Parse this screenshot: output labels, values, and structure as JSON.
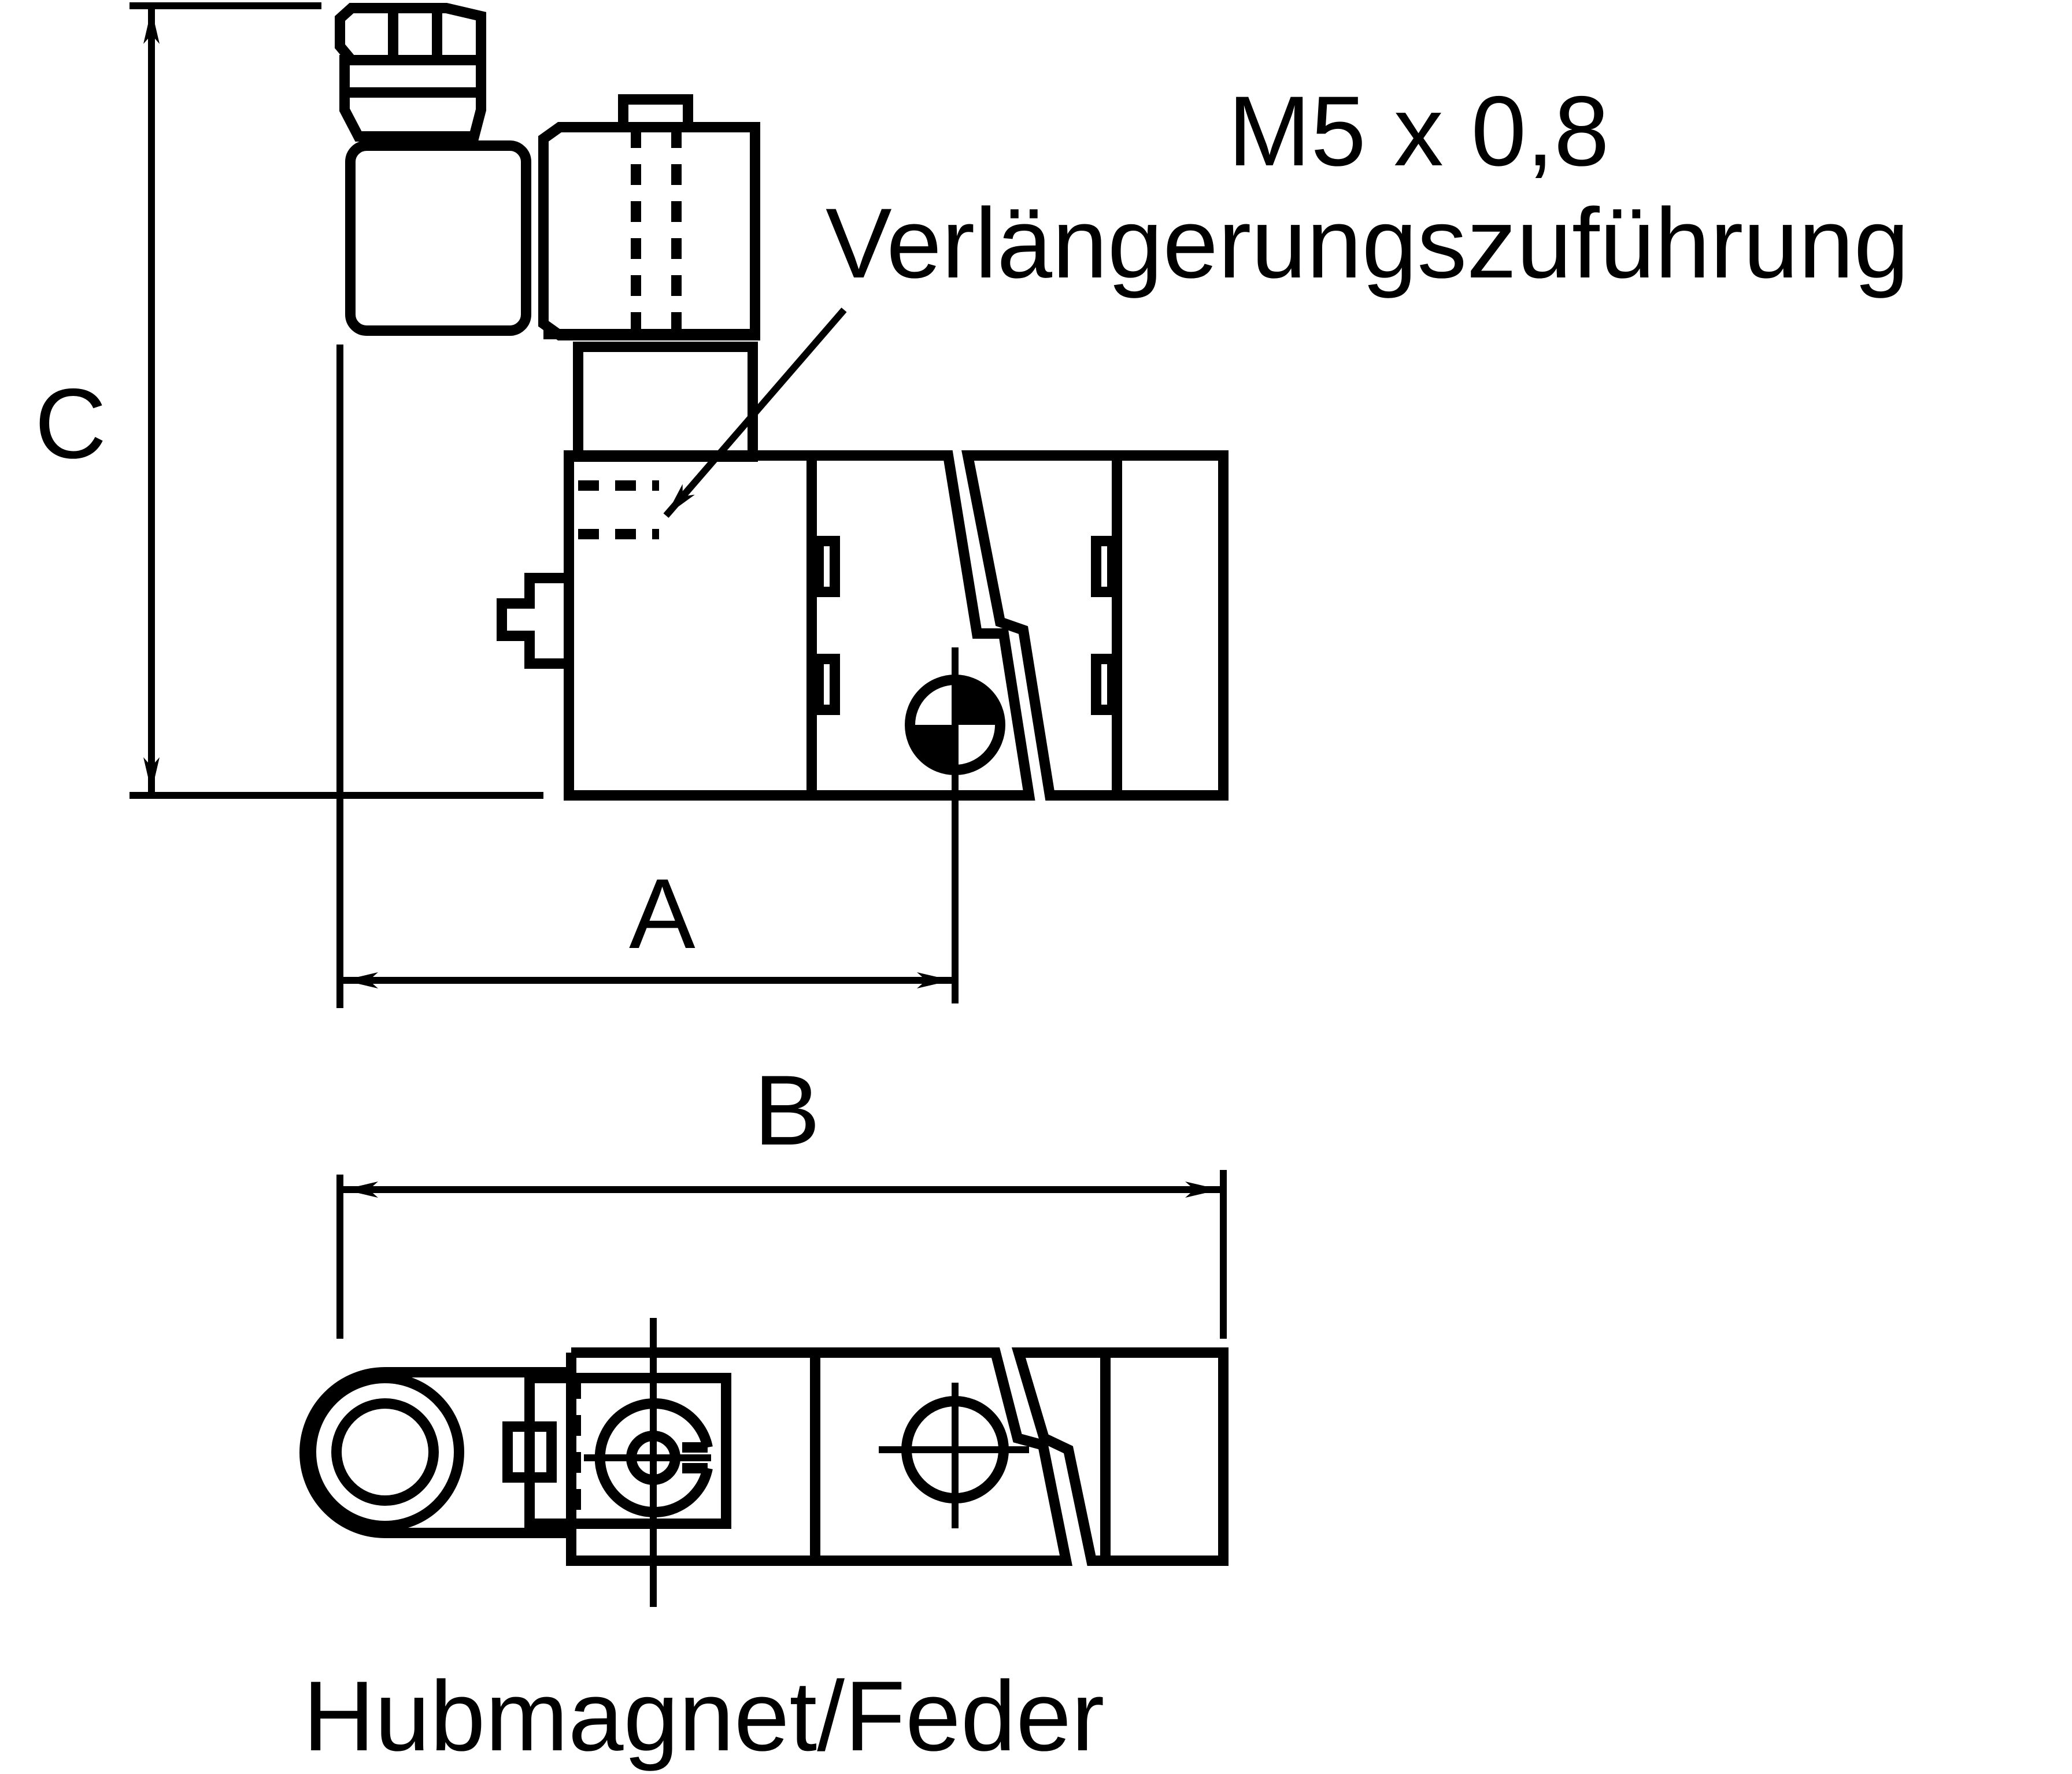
{
  "labels": {
    "thread_spec": "M5 x 0,8",
    "extension_feed": "Verlängerungszuführung",
    "dim_a": "A",
    "dim_b": "B",
    "dim_c": "C",
    "caption": "Hubmagnet/Feder"
  }
}
